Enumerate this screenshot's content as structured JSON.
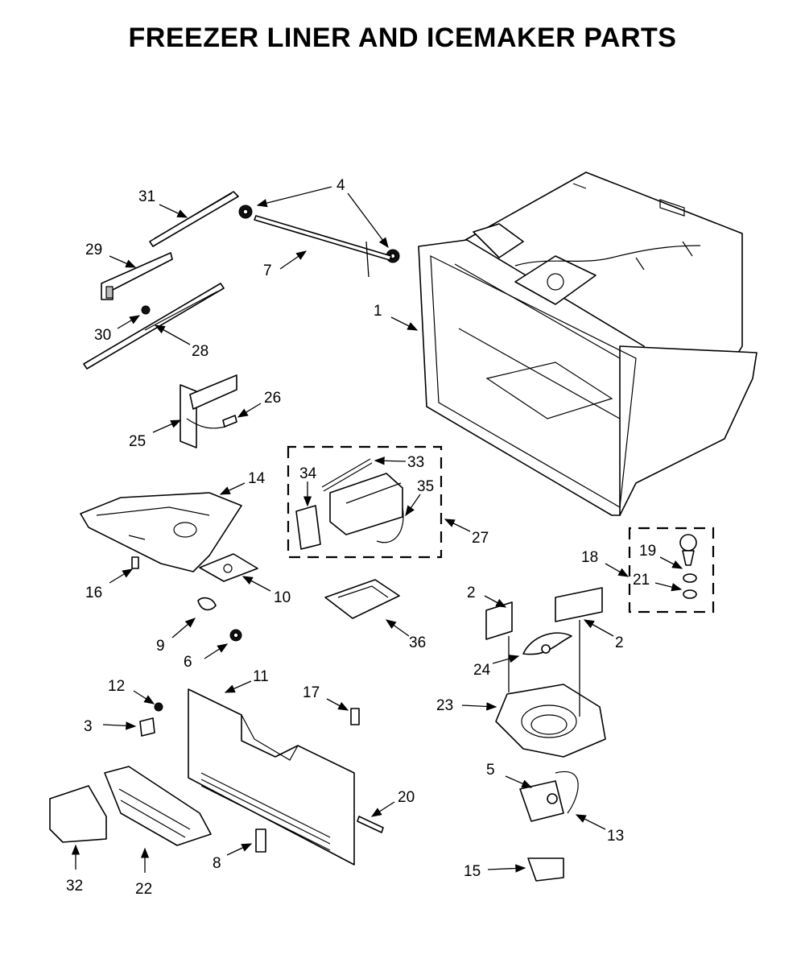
{
  "title": "FREEZER LINER AND ICEMAKER PARTS",
  "callouts": [
    "1",
    "2",
    "2",
    "3",
    "4",
    "5",
    "6",
    "7",
    "8",
    "9",
    "10",
    "11",
    "12",
    "13",
    "14",
    "15",
    "16",
    "17",
    "18",
    "19",
    "20",
    "21",
    "22",
    "23",
    "24",
    "25",
    "26",
    "27",
    "28",
    "29",
    "30",
    "31",
    "32",
    "33",
    "34",
    "35",
    "36"
  ]
}
